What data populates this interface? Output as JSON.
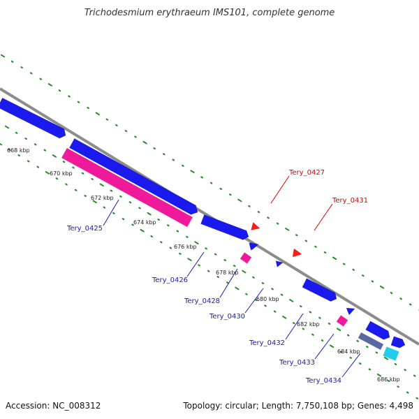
{
  "title": "Trichodesmium erythraeum IMS101, complete genome",
  "footer": {
    "accession": "Accession: NC_008312",
    "topology": "Topology: circular; Length: 7,750,108 bp; Genes: 4,498"
  },
  "colors": {
    "forward_cds": "#1a1aee",
    "reverse_cds": "#ee1a9a",
    "highlight": "#ff1a1a",
    "rna": "#22ccee",
    "other": "#5a6aa0",
    "backbone": "#8c8c8c",
    "ticks": "#2a8a2a",
    "label_forward": "#1a1ab0",
    "label_highlight": "#dd0000"
  },
  "kbp_ticks": [
    "668 kbp",
    "670 kbp",
    "672 kbp",
    "674 kbp",
    "676 kbp",
    "678 kbp",
    "680 kbp",
    "682 kbp",
    "684 kbp",
    "686 kbp"
  ],
  "gene_labels": [
    {
      "text": "Tery_0425",
      "kind": "forward"
    },
    {
      "text": "Tery_0426",
      "kind": "forward"
    },
    {
      "text": "Tery_0427",
      "kind": "highlight"
    },
    {
      "text": "Tery_0428",
      "kind": "forward"
    },
    {
      "text": "Tery_0430",
      "kind": "forward"
    },
    {
      "text": "Tery_0431",
      "kind": "highlight"
    },
    {
      "text": "Tery_0432",
      "kind": "forward"
    },
    {
      "text": "Tery_0433",
      "kind": "forward"
    },
    {
      "text": "Tery_0434",
      "kind": "forward"
    }
  ]
}
